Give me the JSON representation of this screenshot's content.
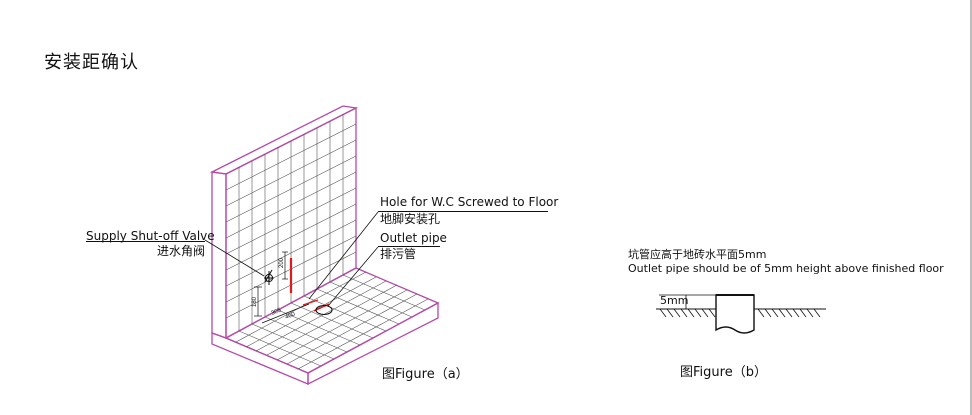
{
  "page": {
    "title": "安装距确认"
  },
  "figure_a": {
    "caption": "图Figure（a）",
    "callouts": {
      "hole_en": "Hole for W.C Screwed to Floor",
      "hole_cn": "地脚安装孔",
      "outlet_en": "Outlet pipe",
      "outlet_cn": "排污管",
      "valve_en": "Supply Shut-off Valve",
      "valve_cn": "进水角阀"
    },
    "dimensions": {
      "valve_height": "200",
      "side_height": "180",
      "dim_a": "305",
      "dim_b": "400"
    }
  },
  "figure_b": {
    "caption": "图Figure（b）",
    "note_cn": "坑管应高于地砖水平面5mm",
    "note_en": "Outlet pipe should be of 5mm height above finished floor",
    "dim_label": "5mm"
  },
  "colors": {
    "wall": "#b54aa8",
    "grid": "#555555",
    "accent": "#e11b1b"
  }
}
